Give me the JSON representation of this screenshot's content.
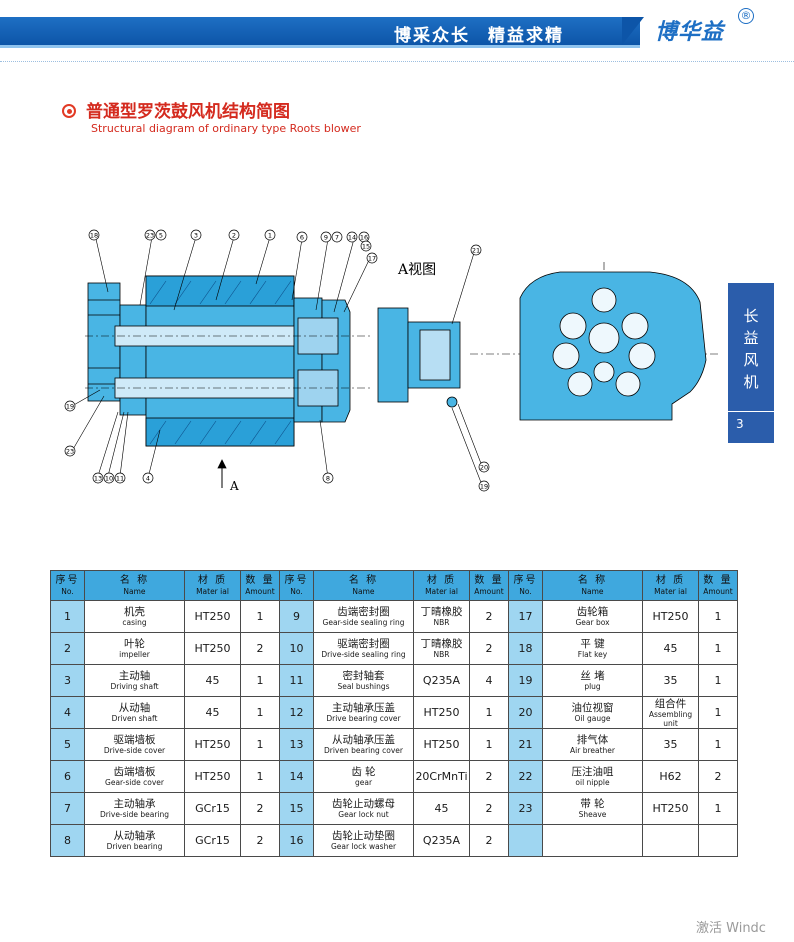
{
  "header": {
    "slogan": [
      "博采众长",
      "精益求精"
    ],
    "brand": "博华益",
    "registered_mark": "®"
  },
  "section": {
    "title_zh": "普通型罗茨鼓风机结构简图",
    "title_en": "Structural diagram of ordinary type Roots blower"
  },
  "diagram": {
    "view_label": "A视图",
    "arrow_label": "A",
    "callouts_top": [
      "18",
      "23",
      "5",
      "3",
      "2",
      "1",
      "6",
      "9",
      "7",
      "14",
      "16",
      "15",
      "17"
    ],
    "callouts_left": [
      "19",
      "23"
    ],
    "callouts_bottom": [
      "13",
      "10",
      "11",
      "4",
      "8"
    ],
    "callouts_side": [
      "21",
      "20",
      "19"
    ]
  },
  "side_tab": {
    "label_chars": [
      "长",
      "益",
      "风",
      "机"
    ],
    "page": "3"
  },
  "table": {
    "headers": [
      {
        "zh": "序号",
        "en": "No."
      },
      {
        "zh": "名 称",
        "en": "Name"
      },
      {
        "zh": "材 质",
        "en": "Mater ial"
      },
      {
        "zh": "数 量",
        "en": "Amount"
      }
    ],
    "parts": [
      {
        "no": "1",
        "zh": "机壳",
        "en": "casing",
        "material": "HT250",
        "amount": "1"
      },
      {
        "no": "2",
        "zh": "叶轮",
        "en": "impeller",
        "material": "HT250",
        "amount": "2"
      },
      {
        "no": "3",
        "zh": "主动轴",
        "en": "Driving shaft",
        "material": "45",
        "amount": "1"
      },
      {
        "no": "4",
        "zh": "从动轴",
        "en": "Driven shaft",
        "material": "45",
        "amount": "1"
      },
      {
        "no": "5",
        "zh": "驱端墙板",
        "en": "Drive-side cover",
        "material": "HT250",
        "amount": "1"
      },
      {
        "no": "6",
        "zh": "齿端墙板",
        "en": "Gear-side cover",
        "material": "HT250",
        "amount": "1"
      },
      {
        "no": "7",
        "zh": "主动轴承",
        "en": "Drive-side bearing",
        "material": "GCr15",
        "amount": "2"
      },
      {
        "no": "8",
        "zh": "从动轴承",
        "en": "Driven bearing",
        "material": "GCr15",
        "amount": "2"
      },
      {
        "no": "9",
        "zh": "齿端密封圈",
        "en": "Gear-side sealing ring",
        "material_zh": "丁晴橡胶",
        "material_en": "NBR",
        "amount": "2"
      },
      {
        "no": "10",
        "zh": "驱端密封圈",
        "en": "Drive-side sealing ring",
        "material_zh": "丁晴橡胶",
        "material_en": "NBR",
        "amount": "2"
      },
      {
        "no": "11",
        "zh": "密封轴套",
        "en": "Seal bushings",
        "material": "Q235A",
        "amount": "4"
      },
      {
        "no": "12",
        "zh": "主动轴承压盖",
        "en": "Drive bearing cover",
        "material": "HT250",
        "amount": "1"
      },
      {
        "no": "13",
        "zh": "从动轴承压盖",
        "en": "Driven bearing cover",
        "material": "HT250",
        "amount": "1"
      },
      {
        "no": "14",
        "zh": "齿 轮",
        "en": "gear",
        "material": "20CrMnTi",
        "amount": "2"
      },
      {
        "no": "15",
        "zh": "齿轮止动螺母",
        "en": "Gear lock nut",
        "material": "45",
        "amount": "2"
      },
      {
        "no": "16",
        "zh": "齿轮止动垫圈",
        "en": "Gear lock washer",
        "material": "Q235A",
        "amount": "2"
      },
      {
        "no": "17",
        "zh": "齿轮箱",
        "en": "Gear box",
        "material": "HT250",
        "amount": "1"
      },
      {
        "no": "18",
        "zh": "平 键",
        "en": "Flat key",
        "material": "45",
        "amount": "1"
      },
      {
        "no": "19",
        "zh": "丝 堵",
        "en": "plug",
        "material": "35",
        "amount": "1"
      },
      {
        "no": "20",
        "zh": "油位视窗",
        "en": "Oil gauge",
        "material_zh": "组合件",
        "material_en": "Assembling unit",
        "amount": "1"
      },
      {
        "no": "21",
        "zh": "排气体",
        "en": "Air breather",
        "material": "35",
        "amount": "1"
      },
      {
        "no": "22",
        "zh": "压注油咀",
        "en": "oil nipple",
        "material": "H62",
        "amount": "2"
      },
      {
        "no": "23",
        "zh": "带 轮",
        "en": "Sheave",
        "material": "HT250",
        "amount": "1"
      }
    ]
  },
  "watermark": "激活 Windc"
}
